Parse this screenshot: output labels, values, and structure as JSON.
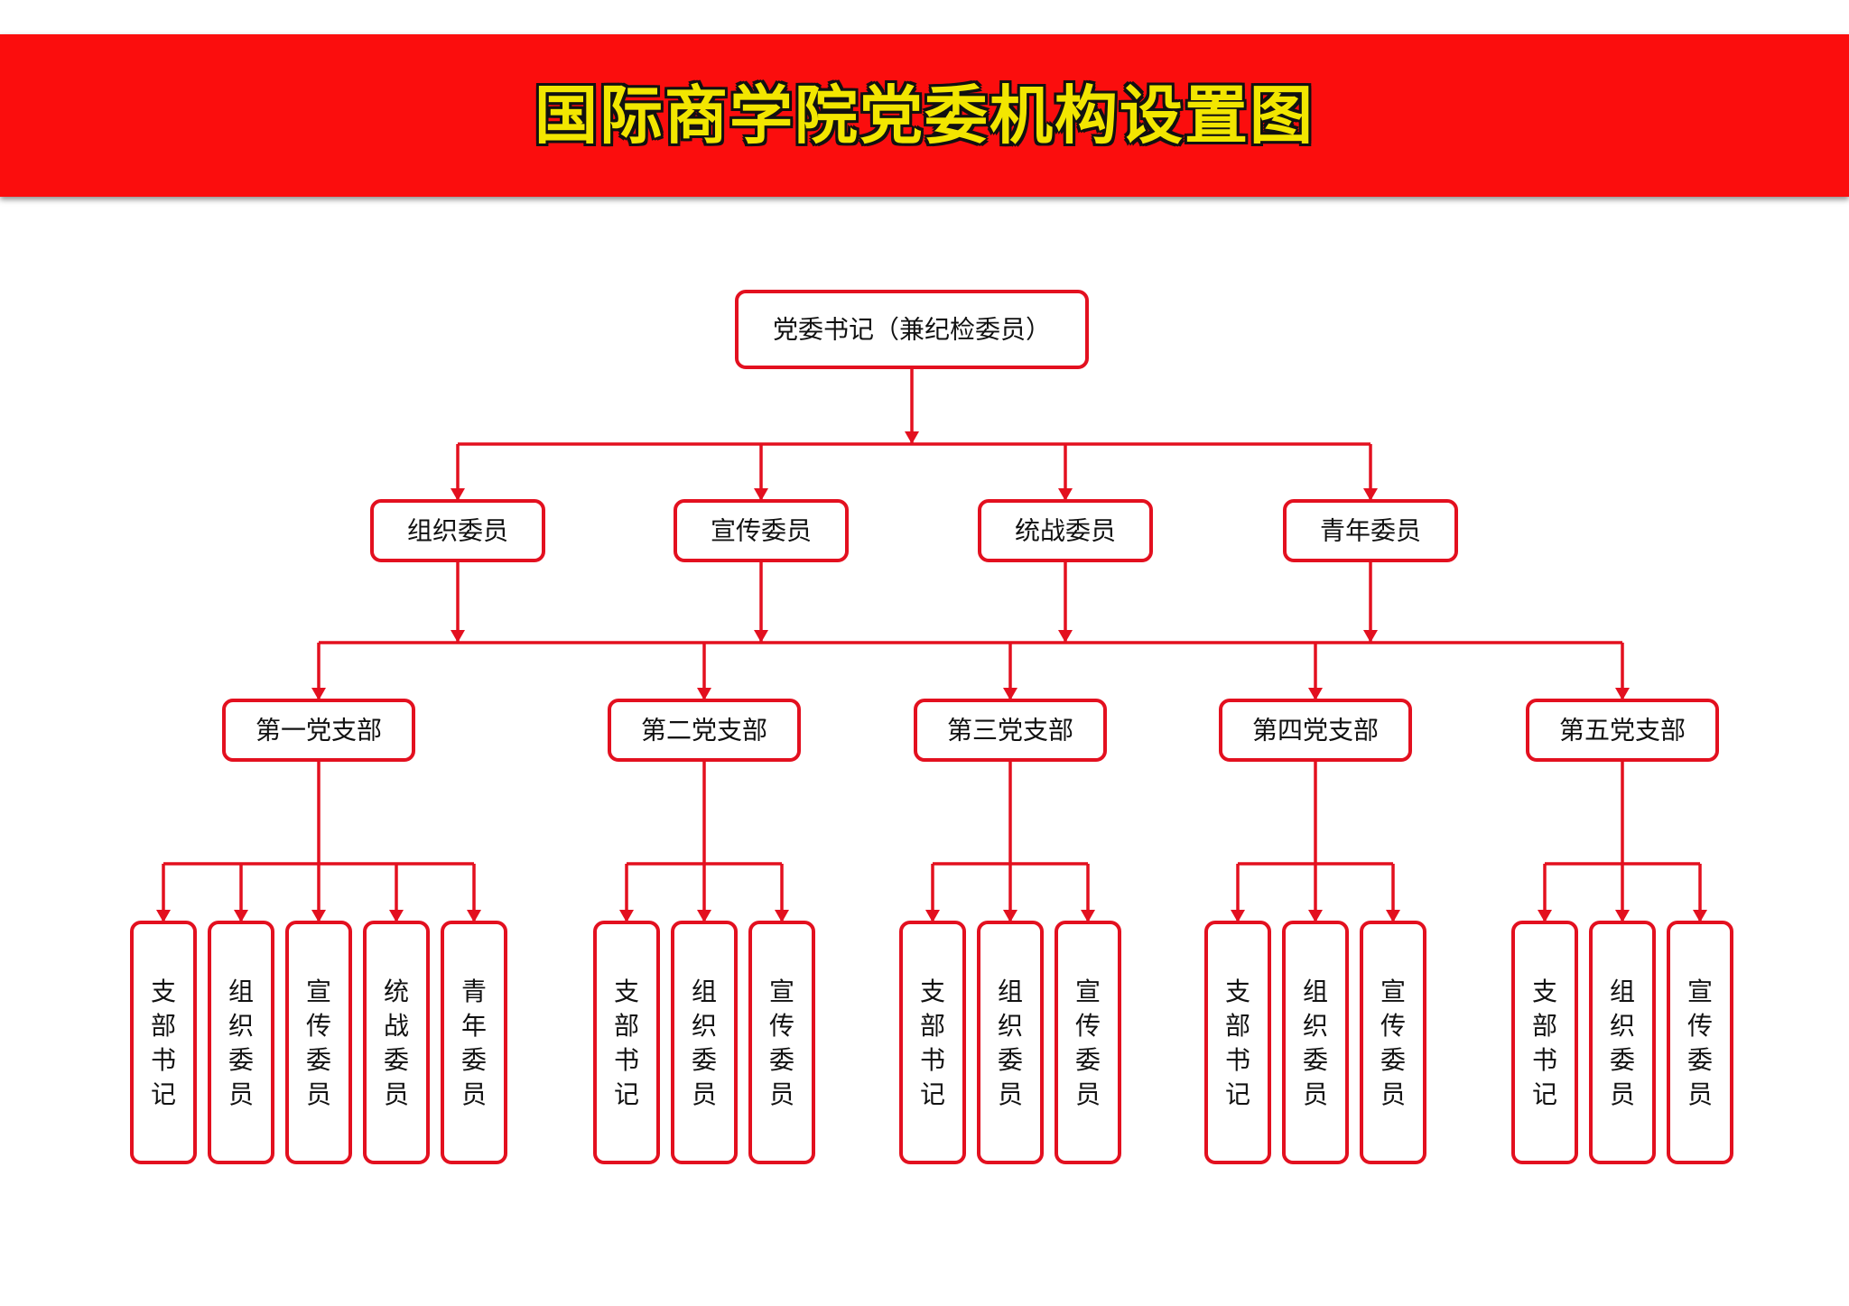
{
  "title": "国际商学院党委机构设置图",
  "colors": {
    "banner": "#fb0d0d",
    "title_fill": "#f2e600",
    "line": "#e3101f"
  },
  "root": {
    "label": "党委书记（兼纪检委员）"
  },
  "committee_members": [
    {
      "label": "组织委员"
    },
    {
      "label": "宣传委员"
    },
    {
      "label": "统战委员"
    },
    {
      "label": "青年委员"
    }
  ],
  "branches": [
    {
      "label": "第一党支部",
      "roles": [
        {
          "label": "支部书记"
        },
        {
          "label": "组织委员"
        },
        {
          "label": "宣传委员"
        },
        {
          "label": "统战委员"
        },
        {
          "label": "青年委员"
        }
      ]
    },
    {
      "label": "第二党支部",
      "roles": [
        {
          "label": "支部书记"
        },
        {
          "label": "组织委员"
        },
        {
          "label": "宣传委员"
        }
      ]
    },
    {
      "label": "第三党支部",
      "roles": [
        {
          "label": "支部书记"
        },
        {
          "label": "组织委员"
        },
        {
          "label": "宣传委员"
        }
      ]
    },
    {
      "label": "第四党支部",
      "roles": [
        {
          "label": "支部书记"
        },
        {
          "label": "组织委员"
        },
        {
          "label": "宣传委员"
        }
      ]
    },
    {
      "label": "第五党支部",
      "roles": [
        {
          "label": "支部书记"
        },
        {
          "label": "组织委员"
        },
        {
          "label": "宣传委员"
        }
      ]
    }
  ]
}
